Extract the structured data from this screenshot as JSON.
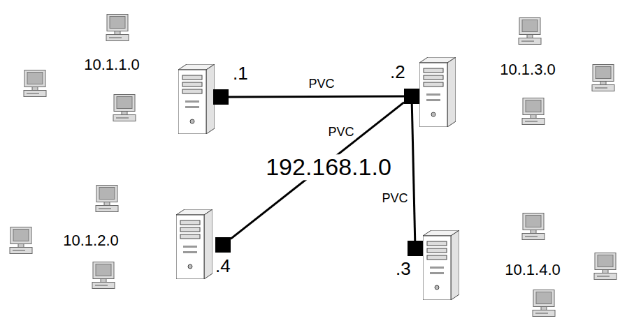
{
  "diagram": {
    "nodes": [
      {
        "text": [
          "10.1.1.0"
        ]
      },
      {
        "text": [
          "192.168.1.0"
        ]
      },
      {
        "text": [
          ".1"
        ],
        "in": 1
      },
      {
        "text": [
          ".2"
        ],
        "in": 1
      },
      {
        "text": [
          "10.1.3.0"
        ]
      },
      {
        "text": [
          "10.1.2.0"
        ]
      },
      {
        "text": [
          ".4"
        ],
        "in": 1
      },
      {
        "text": [
          ".3"
        ],
        "in": 1
      },
      {
        "text": [
          "10.1.4.0"
        ]
      }
    ],
    "edges": [
      {
        "from": 2,
        "to": 3,
        "label": "PVC",
        "arrow": "none"
      },
      {
        "from": 3,
        "to": 6,
        "label": "PVC",
        "arrow": "none"
      },
      {
        "from": 3,
        "to": 7,
        "label": "PVC",
        "arrow": "none"
      }
    ]
  }
}
